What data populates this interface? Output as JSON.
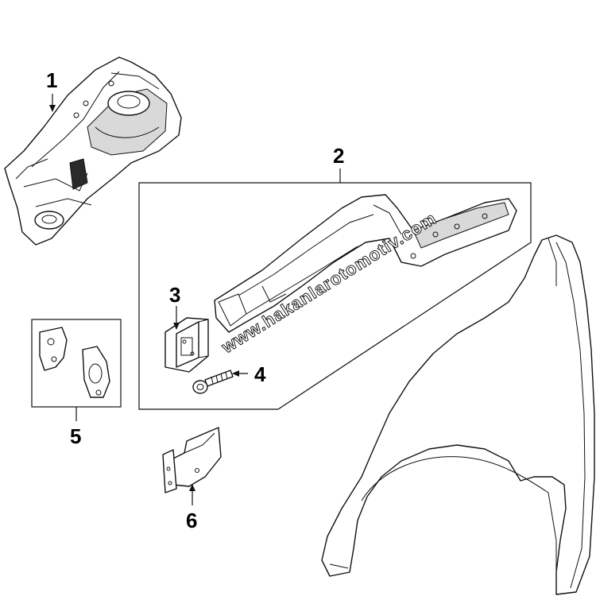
{
  "callouts": [
    {
      "id": "1",
      "label": "1"
    },
    {
      "id": "2",
      "label": "2"
    },
    {
      "id": "3",
      "label": "3"
    },
    {
      "id": "4",
      "label": "4"
    },
    {
      "id": "5",
      "label": "5"
    },
    {
      "id": "6",
      "label": "6"
    }
  ],
  "watermark": "www.hakanlarotomotiv.com",
  "colors": {
    "line": "#111111",
    "background": "#ffffff"
  }
}
